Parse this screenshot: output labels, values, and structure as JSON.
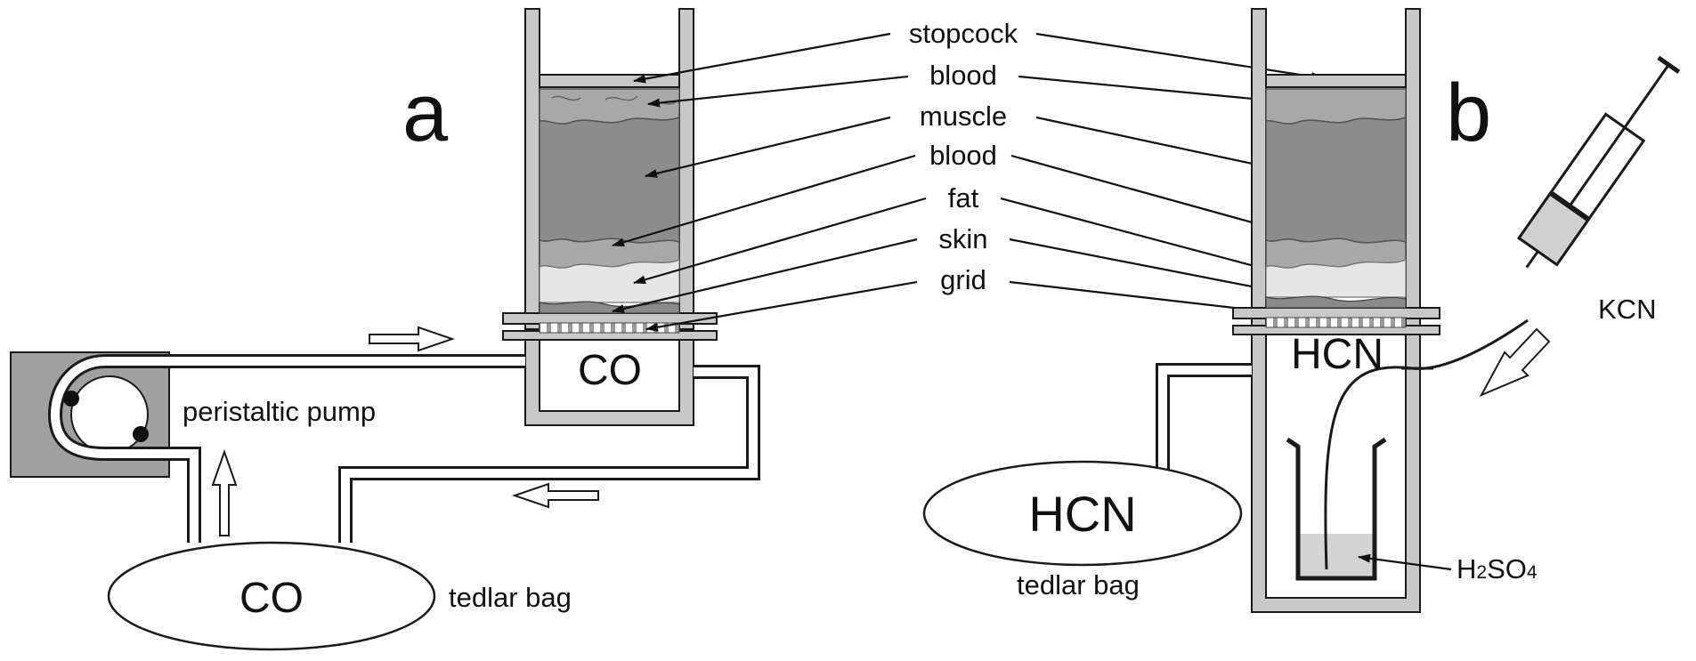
{
  "panels": {
    "a": {
      "letter": "a",
      "gas_chamber": "CO",
      "bag_gas": "CO",
      "bag_label": "tedlar bag",
      "pump_label": "peristaltic pump"
    },
    "b": {
      "letter": "b",
      "gas_chamber": "HCN",
      "bag_gas": "HCN",
      "bag_label": "tedlar bag",
      "syringe_label": "KCN",
      "acid_label_main": "H",
      "acid_sub1": "2",
      "acid_mid": "SO",
      "acid_sub2": "4"
    }
  },
  "layers": {
    "stopcock": "stopcock",
    "blood_top": "blood",
    "muscle": "muscle",
    "blood_bottom": "blood",
    "fat": "fat",
    "skin": "skin",
    "grid": "grid"
  },
  "colors": {
    "wall": "#c8c8c8",
    "muscle": "#8c8c8c",
    "blood": "#a8a8a8",
    "fat": "#e6e6e6",
    "pump_box": "#a0a0a0",
    "acid": "#d4d4d4",
    "line": "#1a1a1a"
  }
}
